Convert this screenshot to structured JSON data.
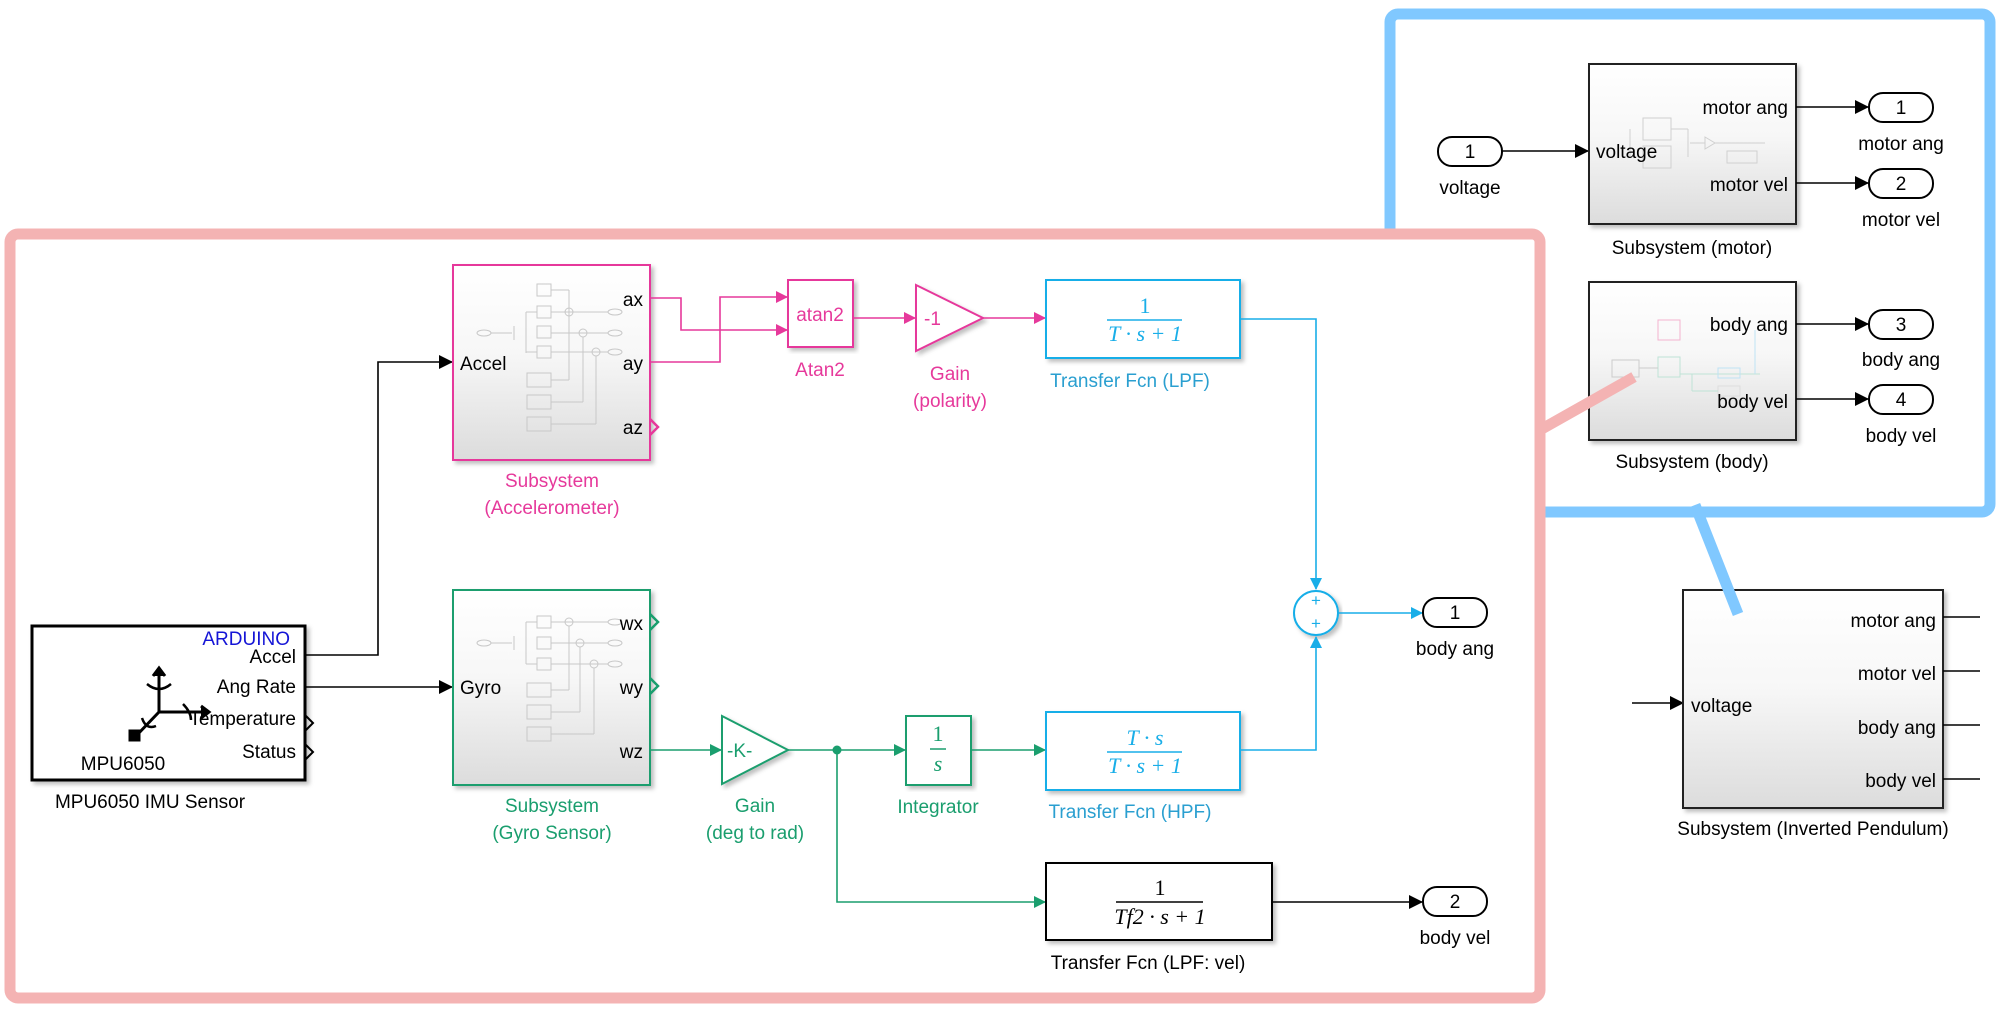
{
  "colors": {
    "pink_highlight": "#f4b3b3",
    "blue_highlight": "#80c8ff",
    "magenta": "#e6399b",
    "green": "#1a9e6e",
    "cyan": "#19aee8",
    "cyan_label": "#2a9fd0",
    "black": "#000000",
    "arduino_blue": "#1515d6"
  },
  "mpu": {
    "brand": "ARDUINO",
    "model": "MPU6050",
    "ports": [
      "Accel",
      "Ang Rate",
      "Temperature",
      "Status"
    ],
    "label": "MPU6050 IMU Sensor",
    "icon": "imu-axes-icon"
  },
  "accel_subsystem": {
    "input": "Accel",
    "outputs": [
      "ax",
      "ay",
      "az"
    ],
    "label_line1": "Subsystem",
    "label_line2": "(Accelerometer)"
  },
  "gyro_subsystem": {
    "input": "Gyro",
    "outputs": [
      "wx",
      "wy",
      "wz"
    ],
    "label_line1": "Subsystem",
    "label_line2": "(Gyro Sensor)"
  },
  "atan2": {
    "text": "atan2",
    "label": "Atan2"
  },
  "gain_polarity": {
    "text": "-1",
    "label_line1": "Gain",
    "label_line2": "(polarity)"
  },
  "gain_deg": {
    "text": "-K-",
    "label_line1": "Gain",
    "label_line2": "(deg to rad)"
  },
  "integrator": {
    "num": "1",
    "den": "s",
    "label": "Integrator"
  },
  "tf_lpf": {
    "num": "1",
    "den": "T · s + 1",
    "label": "Transfer Fcn (LPF)"
  },
  "tf_hpf": {
    "num": "T · s",
    "den": "T · s + 1",
    "label": "Transfer Fcn (HPF)"
  },
  "tf_lpf_vel": {
    "num": "1",
    "den": "Tf2 · s + 1",
    "label": "Transfer Fcn (LPF: vel)"
  },
  "sum": {
    "signs": [
      "+",
      "+"
    ]
  },
  "outports_inner": [
    {
      "num": "1",
      "label": "body ang"
    },
    {
      "num": "2",
      "label": "body vel"
    }
  ],
  "blue_panel": {
    "inport": {
      "num": "1",
      "label": "voltage"
    },
    "motor_subsystem": {
      "input": "voltage",
      "outputs": [
        "motor ang",
        "motor vel"
      ],
      "label": "Subsystem (motor)"
    },
    "body_subsystem": {
      "outputs": [
        "body ang",
        "body vel"
      ],
      "label": "Subsystem (body)"
    },
    "outports": [
      {
        "num": "1",
        "label": "motor ang"
      },
      {
        "num": "2",
        "label": "motor vel"
      },
      {
        "num": "3",
        "label": "body ang"
      },
      {
        "num": "4",
        "label": "body vel"
      }
    ]
  },
  "pendulum_subsystem": {
    "input": "voltage",
    "outputs": [
      "motor ang",
      "motor vel",
      "body ang",
      "body vel"
    ],
    "label": "Subsystem (Inverted Pendulum)"
  }
}
